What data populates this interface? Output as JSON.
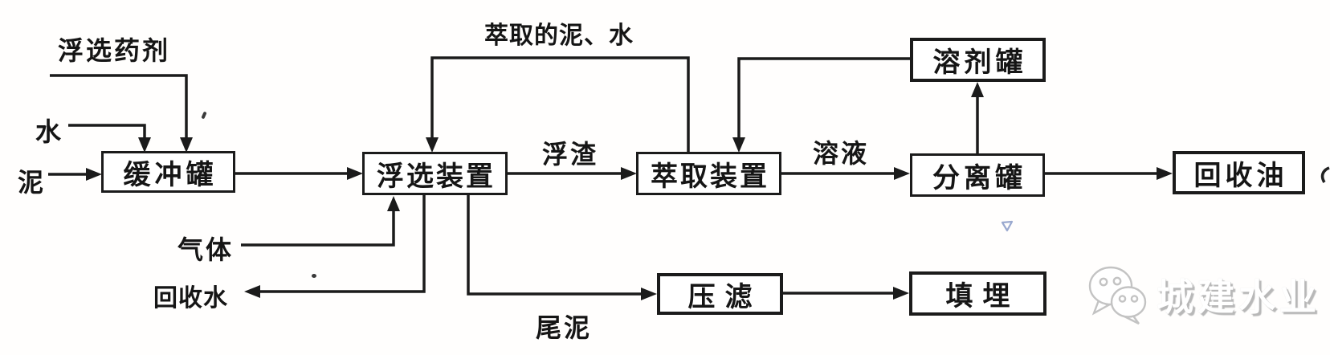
{
  "boxes": {
    "buffer_tank": "缓冲罐",
    "flotation_unit": "浮选装置",
    "extraction_unit": "萃取装置",
    "solvent_tank": "溶剂罐",
    "separation_tank": "分离罐",
    "recovered_oil": "回收油",
    "press_filter": "压滤",
    "landfill": "填埋"
  },
  "stream_labels": {
    "flotation_agent": "浮选药剂",
    "water": "水",
    "mud": "泥",
    "gas": "气体",
    "recovered_water": "回收水",
    "tail_mud": "尾泥",
    "scum": "浮渣",
    "extracted_mud_water": "萃取的泥、水",
    "solution": "溶液"
  },
  "connections": [
    {
      "from": "浮选药剂",
      "to": "缓冲罐"
    },
    {
      "from": "水",
      "to": "缓冲罐"
    },
    {
      "from": "泥",
      "to": "缓冲罐"
    },
    {
      "from": "缓冲罐",
      "to": "浮选装置"
    },
    {
      "from": "浮选装置",
      "to": "萃取装置",
      "label": "浮渣"
    },
    {
      "from": "萃取装置",
      "to": "浮选装置",
      "label": "萃取的泥、水"
    },
    {
      "from": "溶剂罐",
      "to": "萃取装置"
    },
    {
      "from": "萃取装置",
      "to": "分离罐",
      "label": "溶液"
    },
    {
      "from": "分离罐",
      "to": "溶剂罐"
    },
    {
      "from": "分离罐",
      "to": "回收油"
    },
    {
      "from": "气体",
      "to": "浮选装置"
    },
    {
      "from": "浮选装置",
      "to": "回收水"
    },
    {
      "from": "浮选装置",
      "to": "压滤",
      "label": "尾泥"
    },
    {
      "from": "压滤",
      "to": "填埋"
    }
  ],
  "watermark": {
    "text": "城建水业",
    "icon": "wechat-logo"
  },
  "colors": {
    "ink": "#1b1b1b",
    "background": "#ffffff",
    "watermark_shadow": "#b8b8b8",
    "artifact_blue": "#9aa9cf"
  }
}
